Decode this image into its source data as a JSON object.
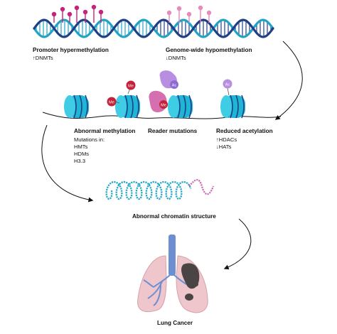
{
  "labels": {
    "promoter_hypermethylation": "Promoter hypermethylation",
    "promoter_dnmt": "↑DNMTs",
    "genome_hypomethylation": "Genome-wide hypomethylation",
    "genome_dnmt": "↓DNMTs",
    "abnormal_methylation": "Abnormal methylation",
    "mutations_in": "Mutations in:",
    "hmts": "HMTs",
    "hdms": "HDMs",
    "h33": "H3.3",
    "reader_mutations": "Reader mutations",
    "reduced_acetylation": "Reduced acetylation",
    "hdacs": "↑HDACs",
    "hats": "↓HATs",
    "abnormal_chromatin": "Abnormal chromatin structure",
    "lung_cancer": "Lung Cancer",
    "me_1": "Me",
    "me_2": "Me",
    "me_3": "Me",
    "ac_1": "Ac",
    "ac_2": "Ac"
  },
  "colors": {
    "dna_teal": "#23a3c4",
    "dna_navy": "#1f3f86",
    "hypermethyl_pin": "#c8237a",
    "hypomethyl_pin": "#e889bb",
    "me_mark": "#c2233a",
    "reader_protein": "#d56fb0",
    "ac_reader": "#b88fe0",
    "ac_mark": "#8c6bd1",
    "nucleosome": "#1fb5d4",
    "lung_fill": "#eec6cc",
    "trachea": "#6d8fd2",
    "tumor": "#4a4544"
  }
}
